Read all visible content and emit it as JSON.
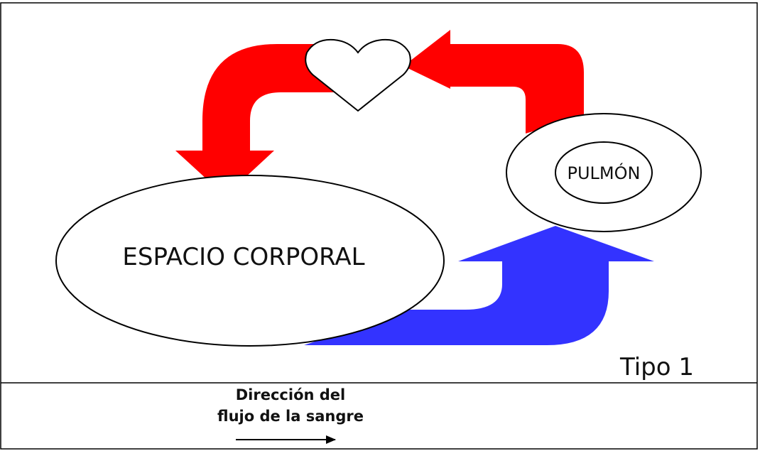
{
  "diagram": {
    "body_label": "ESPACIO CORPORAL",
    "lung_label": "PULMÓN",
    "type_label": "Tipo 1",
    "legend": {
      "line1": "Dirección del",
      "line2": "flujo de la sangre"
    },
    "colors": {
      "oxygenated": "#ff0000",
      "deoxygenated": "#3333ff",
      "outline": "#000000"
    }
  }
}
